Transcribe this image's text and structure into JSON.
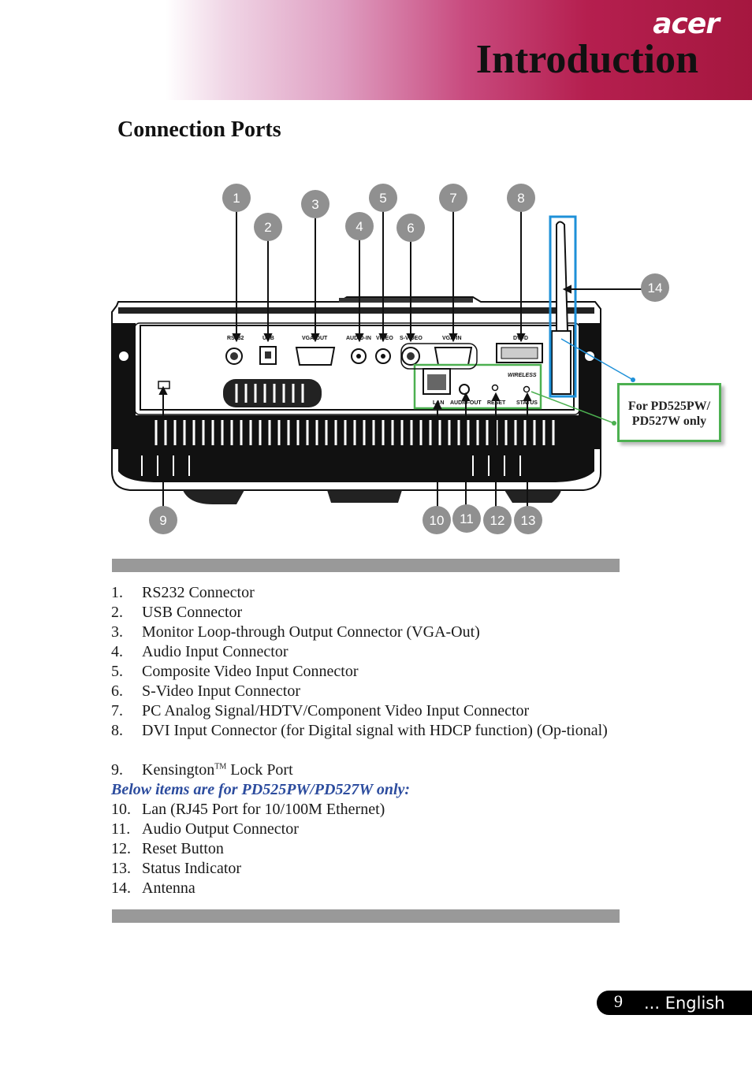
{
  "header": {
    "logo_text": "acer",
    "title": "Introduction"
  },
  "section_title": "Connection Ports",
  "diagram": {
    "callouts": [
      "1",
      "2",
      "3",
      "4",
      "5",
      "6",
      "7",
      "8",
      "9",
      "10",
      "11",
      "12",
      "13",
      "14"
    ],
    "port_labels": [
      "RS232",
      "USB",
      "VGA-OUT",
      "AUDIO-IN",
      "VIDEO",
      "S-VIDEO",
      "VGA-IN",
      "DVI-D",
      "WIRELESS",
      "LAN",
      "AUDIO-OUT",
      "RESET",
      "STATUS"
    ],
    "note": {
      "line1": "For PD525PW/",
      "line2": "PD527W only"
    },
    "colors": {
      "callout": "#909090",
      "wireless_box": "#4cb050",
      "antenna_box": "#1e90d8"
    }
  },
  "items": [
    {
      "num": "1.",
      "text": "RS232 Connector"
    },
    {
      "num": "2.",
      "text": "USB Connector"
    },
    {
      "num": "3.",
      "text": "Monitor Loop-through Output Connector (VGA-Out)"
    },
    {
      "num": "4.",
      "text": "Audio Input Connector"
    },
    {
      "num": "5.",
      "text": "Composite Video Input Connector"
    },
    {
      "num": "6.",
      "text": "S-Video Input Connector"
    },
    {
      "num": "7.",
      "text": "PC Analog Signal/HDTV/Component Video Input Connector"
    },
    {
      "num": "8.",
      "text": "DVI Input Connector (for Digital signal with HDCP function) (Op-tional)"
    },
    {
      "num": "9.",
      "text_pre": "Kensington",
      "text_sup": "TM",
      "text_post": " Lock Port"
    }
  ],
  "subheading": "Below items are for PD525PW/PD527W only:",
  "items2": [
    {
      "num": "10.",
      "text": "Lan (RJ45 Port for 10/100M Ethernet)"
    },
    {
      "num": "11.",
      "text": "Audio Output Connector"
    },
    {
      "num": "12.",
      "text": "Reset Button"
    },
    {
      "num": "13.",
      "text": "Status Indicator"
    },
    {
      "num": "14.",
      "text": "Antenna"
    }
  ],
  "footer": {
    "page": "9",
    "language": "... English"
  }
}
